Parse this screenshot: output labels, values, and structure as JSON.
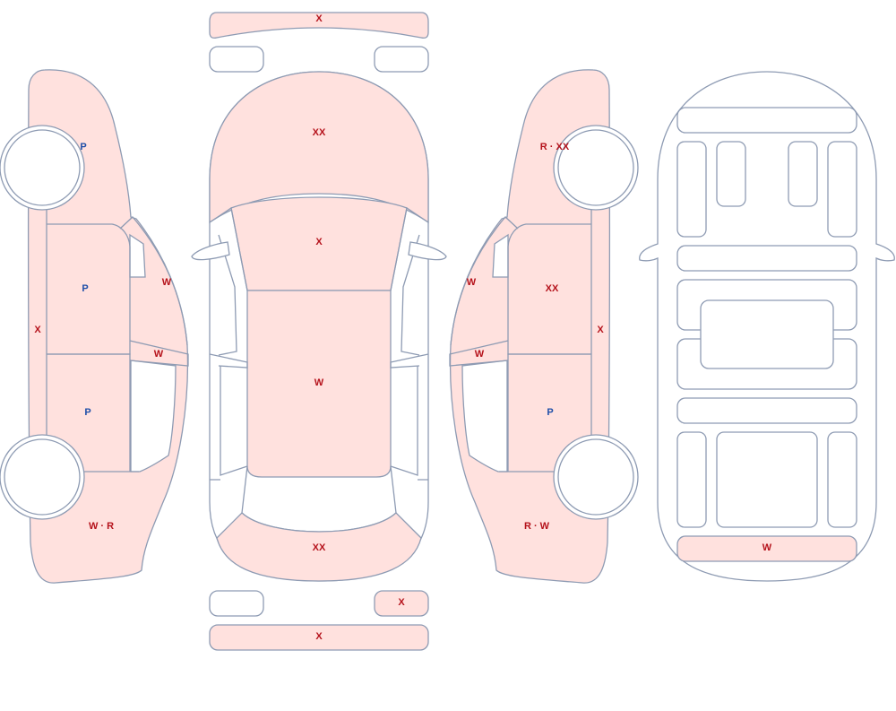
{
  "codes": {
    "trunk_spoiler": "X",
    "hood": "XX",
    "windshield": "X",
    "roof": "W",
    "rear_bumper": "XX",
    "rear_right_pad": "X",
    "bottom_bar": "X",
    "left_front_fender": "P",
    "left_front_door": "P",
    "left_rear_door": "P",
    "left_sill": "X",
    "left_upper_frame": "W",
    "left_b_pillar": "W",
    "left_rear_quarter": "W · R",
    "right_front_fender": "R · XX",
    "right_front_door": "XX",
    "right_rear_door": "P",
    "right_sill": "X",
    "right_upper_frame": "W",
    "right_b_pillar": "W",
    "right_rear_quarter": "R · W",
    "underside_rear_panel": "W"
  },
  "colors": {
    "damaged_fill": "#ffe1de",
    "outline": "#8e9bb3",
    "code_red": "#b5121b",
    "code_blue": "#1f4fa8"
  }
}
